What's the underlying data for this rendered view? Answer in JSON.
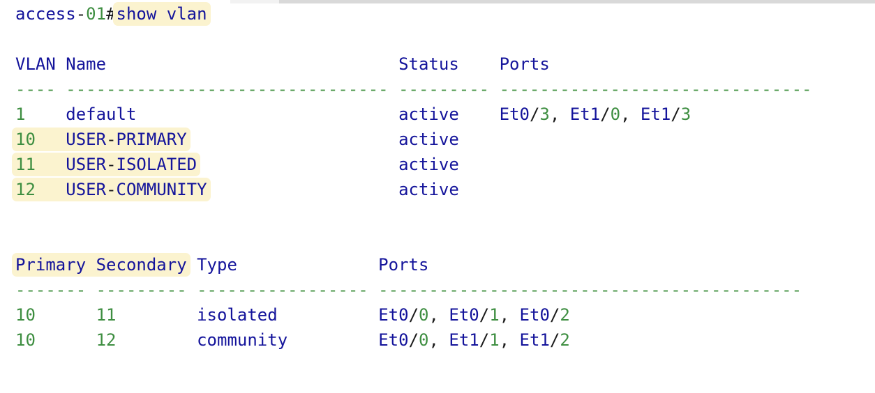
{
  "colors": {
    "word_navy": "#14149b",
    "number_green": "#3e8e41",
    "separator_green": "#4a9648",
    "punctuation_black": "#1b1b1b",
    "highlight_yellow": "#fbf3cf"
  },
  "terminal": {
    "prompt": "access-01#",
    "command": "show vlan",
    "vlan_table": {
      "headers": [
        "VLAN",
        "Name",
        "Status",
        "Ports"
      ],
      "rows": [
        {
          "vlan": "1",
          "name": "default",
          "status": "active",
          "ports": "Et0/3, Et1/0, Et1/3",
          "highlighted": false
        },
        {
          "vlan": "10",
          "name": "USER-PRIMARY",
          "status": "active",
          "ports": "",
          "highlighted": true
        },
        {
          "vlan": "11",
          "name": "USER-ISOLATED",
          "status": "active",
          "ports": "",
          "highlighted": true
        },
        {
          "vlan": "12",
          "name": "USER-COMMUNITY",
          "status": "active",
          "ports": "",
          "highlighted": true
        }
      ]
    },
    "private_vlan_table": {
      "headers": [
        "Primary",
        "Secondary",
        "Type",
        "Ports"
      ],
      "rows": [
        {
          "primary": "10",
          "secondary": "11",
          "type": "isolated",
          "ports": "Et0/0, Et0/1, Et0/2"
        },
        {
          "primary": "10",
          "secondary": "12",
          "type": "community",
          "ports": "Et0/0, Et1/1, Et1/2"
        }
      ]
    },
    "lines": [
      {
        "name": "cli-command-line",
        "groups": [
          {
            "hl": false,
            "tokens": [
              {
                "t": "access",
                "c": "w"
              },
              {
                "t": "-",
                "c": "p"
              },
              {
                "t": "01",
                "c": "n"
              },
              {
                "t": "#",
                "c": "p"
              }
            ]
          },
          {
            "hl": true,
            "tokens": [
              {
                "t": "show vlan",
                "c": "w"
              }
            ]
          }
        ]
      },
      {
        "name": "blank-line",
        "groups": []
      },
      {
        "name": "vlan-table-header",
        "groups": [
          {
            "hl": false,
            "tokens": [
              {
                "t": "VLAN Name                             Status    Ports",
                "c": "w"
              }
            ]
          }
        ]
      },
      {
        "name": "vlan-table-separator",
        "groups": [
          {
            "hl": false,
            "tokens": [
              {
                "t": "---- -------------------------------- --------- -------------------------------",
                "c": "d"
              }
            ]
          }
        ]
      },
      {
        "name": "vlan-row-1",
        "groups": [
          {
            "hl": false,
            "tokens": [
              {
                "t": "1",
                "c": "n"
              },
              {
                "t": "    default                          active    ",
                "c": "w"
              },
              {
                "t": "Et0",
                "c": "w"
              },
              {
                "t": "/",
                "c": "p"
              },
              {
                "t": "3",
                "c": "n"
              },
              {
                "t": ", ",
                "c": "p"
              },
              {
                "t": "Et1",
                "c": "w"
              },
              {
                "t": "/",
                "c": "p"
              },
              {
                "t": "0",
                "c": "n"
              },
              {
                "t": ", ",
                "c": "p"
              },
              {
                "t": "Et1",
                "c": "w"
              },
              {
                "t": "/",
                "c": "p"
              },
              {
                "t": "3",
                "c": "n"
              }
            ]
          }
        ]
      },
      {
        "name": "vlan-row-10",
        "groups": [
          {
            "hl": true,
            "tokens": [
              {
                "t": "10",
                "c": "n"
              },
              {
                "t": "   USER",
                "c": "w"
              },
              {
                "t": "-",
                "c": "p"
              },
              {
                "t": "PRIMARY",
                "c": "w"
              }
            ]
          },
          {
            "hl": false,
            "tokens": [
              {
                "t": "                     active",
                "c": "w"
              }
            ]
          }
        ]
      },
      {
        "name": "vlan-row-11",
        "groups": [
          {
            "hl": true,
            "tokens": [
              {
                "t": "11",
                "c": "n"
              },
              {
                "t": "   USER",
                "c": "w"
              },
              {
                "t": "-",
                "c": "p"
              },
              {
                "t": "ISOLATED",
                "c": "w"
              }
            ]
          },
          {
            "hl": false,
            "tokens": [
              {
                "t": "                    active",
                "c": "w"
              }
            ]
          }
        ]
      },
      {
        "name": "vlan-row-12",
        "groups": [
          {
            "hl": true,
            "tokens": [
              {
                "t": "12",
                "c": "n"
              },
              {
                "t": "   USER",
                "c": "w"
              },
              {
                "t": "-",
                "c": "p"
              },
              {
                "t": "COMMUNITY",
                "c": "w"
              }
            ]
          },
          {
            "hl": false,
            "tokens": [
              {
                "t": "                   active",
                "c": "w"
              }
            ]
          }
        ]
      },
      {
        "name": "blank-line",
        "groups": []
      },
      {
        "name": "blank-line",
        "groups": []
      },
      {
        "name": "pvlan-table-header",
        "groups": [
          {
            "hl": true,
            "tokens": [
              {
                "t": "Primary Secondary",
                "c": "w"
              }
            ]
          },
          {
            "hl": false,
            "tokens": [
              {
                "t": " Type              Ports",
                "c": "w"
              }
            ]
          }
        ]
      },
      {
        "name": "pvlan-table-separator",
        "groups": [
          {
            "hl": false,
            "tokens": [
              {
                "t": "------- --------- ----------------- ------------------------------------------",
                "c": "d"
              }
            ]
          }
        ]
      },
      {
        "name": "pvlan-row-isolated",
        "groups": [
          {
            "hl": false,
            "tokens": [
              {
                "t": "10",
                "c": "n"
              },
              {
                "t": "      ",
                "c": "w"
              },
              {
                "t": "11",
                "c": "n"
              },
              {
                "t": "        isolated          ",
                "c": "w"
              },
              {
                "t": "Et0",
                "c": "w"
              },
              {
                "t": "/",
                "c": "p"
              },
              {
                "t": "0",
                "c": "n"
              },
              {
                "t": ", ",
                "c": "p"
              },
              {
                "t": "Et0",
                "c": "w"
              },
              {
                "t": "/",
                "c": "p"
              },
              {
                "t": "1",
                "c": "n"
              },
              {
                "t": ", ",
                "c": "p"
              },
              {
                "t": "Et0",
                "c": "w"
              },
              {
                "t": "/",
                "c": "p"
              },
              {
                "t": "2",
                "c": "n"
              }
            ]
          }
        ]
      },
      {
        "name": "pvlan-row-community",
        "groups": [
          {
            "hl": false,
            "tokens": [
              {
                "t": "10",
                "c": "n"
              },
              {
                "t": "      ",
                "c": "w"
              },
              {
                "t": "12",
                "c": "n"
              },
              {
                "t": "        community         ",
                "c": "w"
              },
              {
                "t": "Et0",
                "c": "w"
              },
              {
                "t": "/",
                "c": "p"
              },
              {
                "t": "0",
                "c": "n"
              },
              {
                "t": ", ",
                "c": "p"
              },
              {
                "t": "Et1",
                "c": "w"
              },
              {
                "t": "/",
                "c": "p"
              },
              {
                "t": "1",
                "c": "n"
              },
              {
                "t": ", ",
                "c": "p"
              },
              {
                "t": "Et1",
                "c": "w"
              },
              {
                "t": "/",
                "c": "p"
              },
              {
                "t": "2",
                "c": "n"
              }
            ]
          }
        ]
      }
    ]
  }
}
